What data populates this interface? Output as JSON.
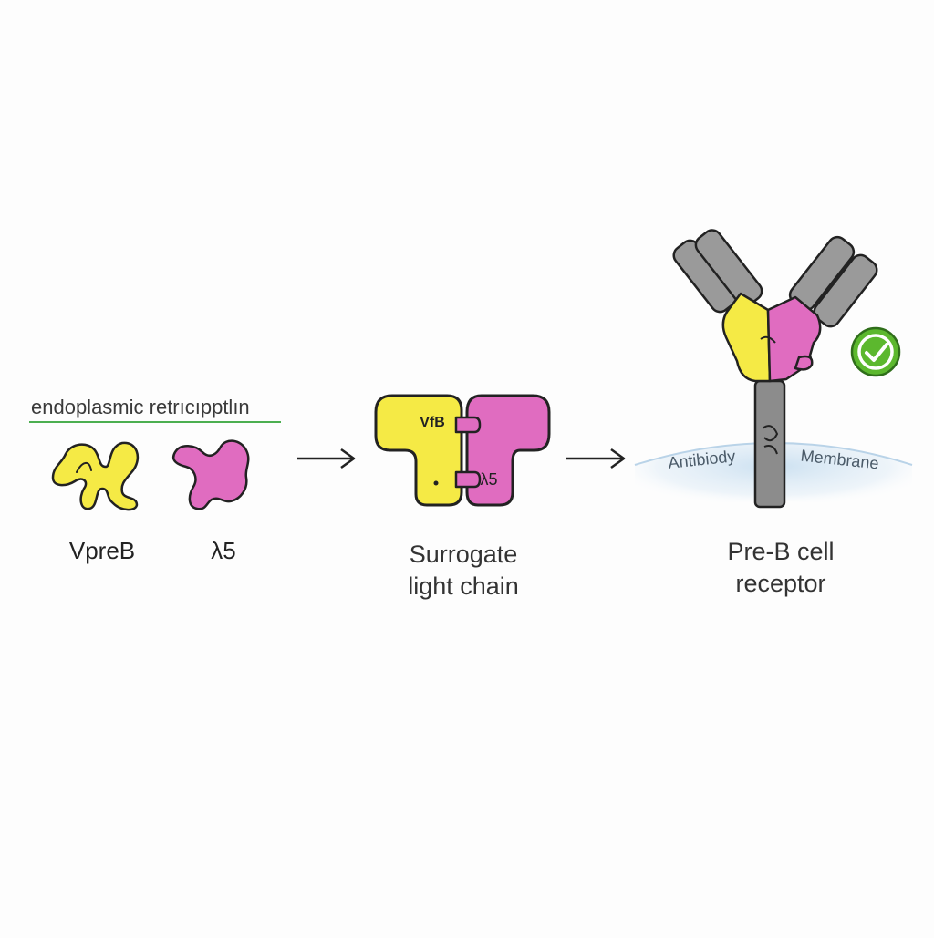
{
  "header": {
    "text": "endoplasmic retrıcıpptlın",
    "underline_color": "#4caf50"
  },
  "stage1": {
    "vpreb_label": "VpreB",
    "lambda5_label": "λ5"
  },
  "stage2": {
    "vpreb_tag": "VfB",
    "lambda5_tag": "λ5",
    "label_line1": "Surrogate",
    "label_line2": "light chain"
  },
  "stage3": {
    "antibody_label": "Antibiody",
    "membrane_label": "Membrane",
    "label_line1": "Pre-B cell",
    "label_line2": "receptor"
  },
  "icons": {
    "arrow": "arrow-right-icon",
    "check": "check-circle-icon"
  },
  "colors": {
    "vpreb": "#f5ea45",
    "lambda5": "#e06cc0",
    "heavy_chain": "#8c8c8c",
    "arm": "#9a9a9a",
    "check": "#5cb82e",
    "membrane": "#cfe3f1",
    "outline": "#222222"
  }
}
